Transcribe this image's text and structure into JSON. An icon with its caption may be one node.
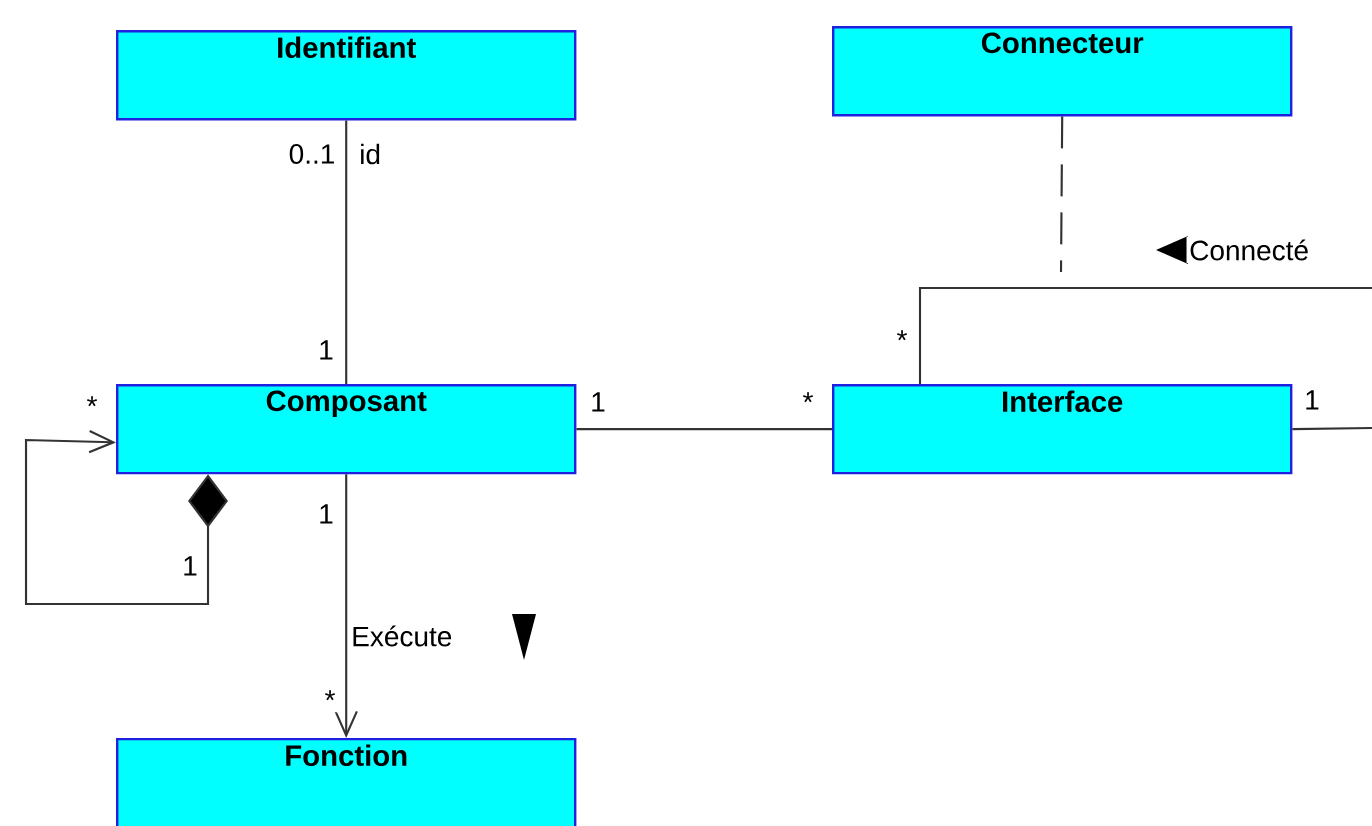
{
  "diagram": {
    "nodes": [
      {
        "text": [
          "Identifiant"
        ]
      },
      {
        "text": [
          "Connecteur"
        ]
      },
      {
        "text": [
          "Composant"
        ]
      },
      {
        "text": [
          "Interface"
        ]
      },
      {
        "text": [
          "Fonction"
        ]
      }
    ],
    "edges": [
      {
        "from": 0,
        "to": 2,
        "arrow": "none",
        "label": "id"
      },
      {
        "from": 2,
        "to": 2,
        "arrow": "to"
      },
      {
        "from": 2,
        "to": 3,
        "arrow": "none"
      },
      {
        "from": 2,
        "to": 4,
        "arrow": "to",
        "label": "Exécute"
      },
      {
        "from": 3,
        "to": null,
        "arrow": "none",
        "label": "Connecté"
      },
      {
        "from": 3,
        "to": null,
        "arrow": "none"
      },
      {
        "from": 1,
        "to": null,
        "arrow": "none",
        "style": "dashed"
      }
    ],
    "labels": [
      "0..1",
      "*",
      "1",
      "*",
      "1",
      "*",
      "1",
      "1",
      "1",
      "*"
    ]
  }
}
